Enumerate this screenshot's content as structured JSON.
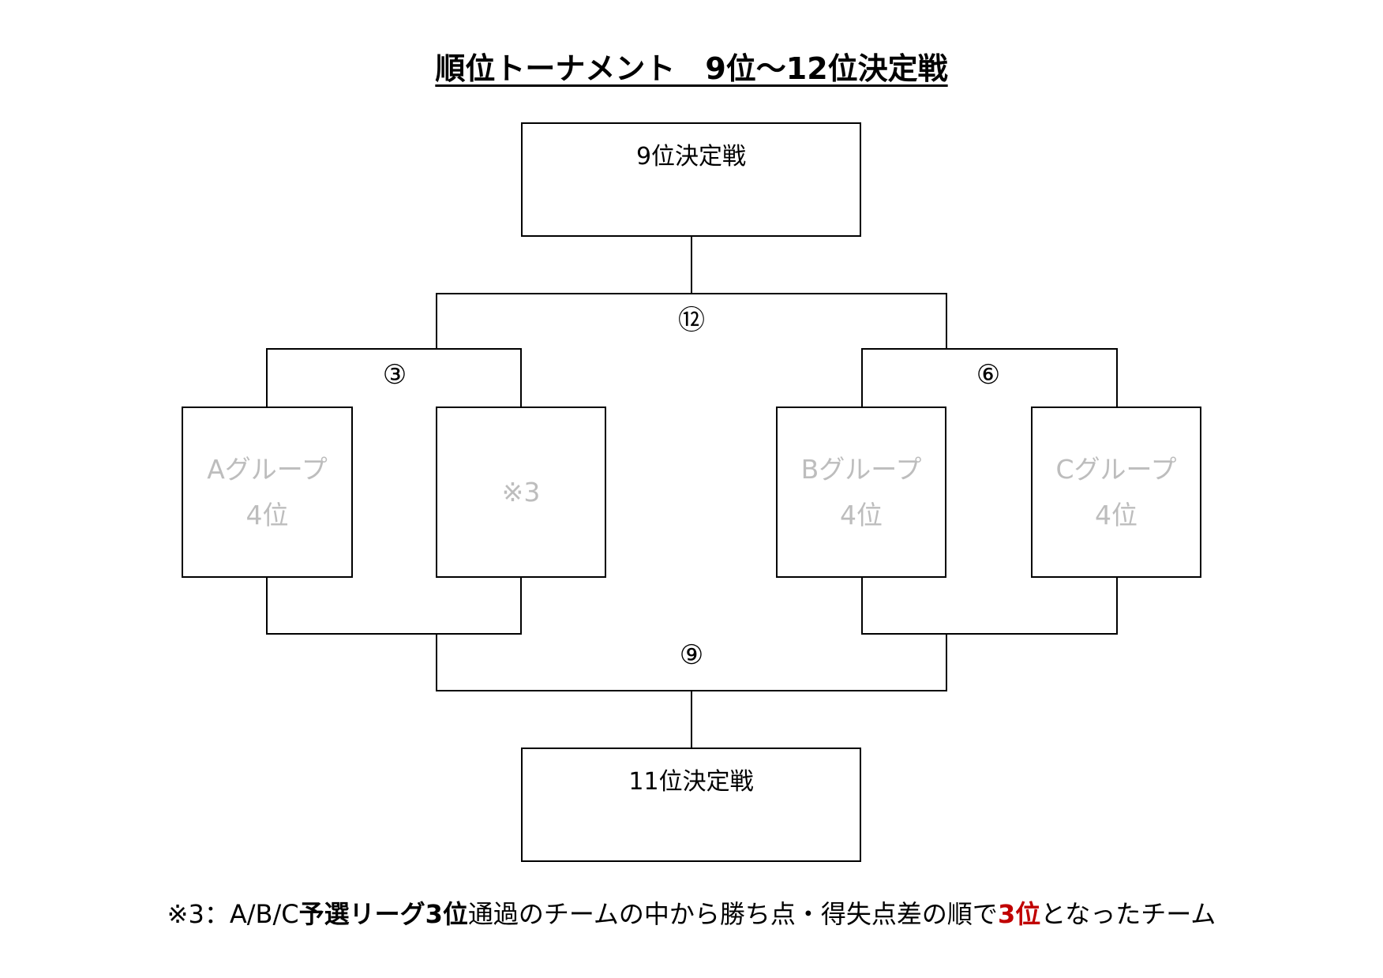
{
  "title": "順位トーナメント　9位～12位決定戦",
  "final_top": {
    "label": "9位決定戦"
  },
  "final_bottom": {
    "label": "11位決定戦"
  },
  "matches": {
    "top": "⑫",
    "left_upper": "③",
    "right_upper": "⑥",
    "bottom": "⑨"
  },
  "teams": [
    {
      "line1": "Aグループ",
      "line2": "4位"
    },
    {
      "line1": "※3",
      "line2": ""
    },
    {
      "line1": "Bグループ",
      "line2": "4位"
    },
    {
      "line1": "Cグループ",
      "line2": "4位"
    }
  ],
  "note": {
    "part1": "※3：A/B/C",
    "part2_bold": "予選リーグ3位",
    "part3": "通過のチームの中から勝ち点・得失点差の順で",
    "part4_red": "3位",
    "part5": "となったチーム"
  },
  "colors": {
    "line": "#000000",
    "team_text": "#bdbdbd",
    "highlight": "#c00000"
  }
}
